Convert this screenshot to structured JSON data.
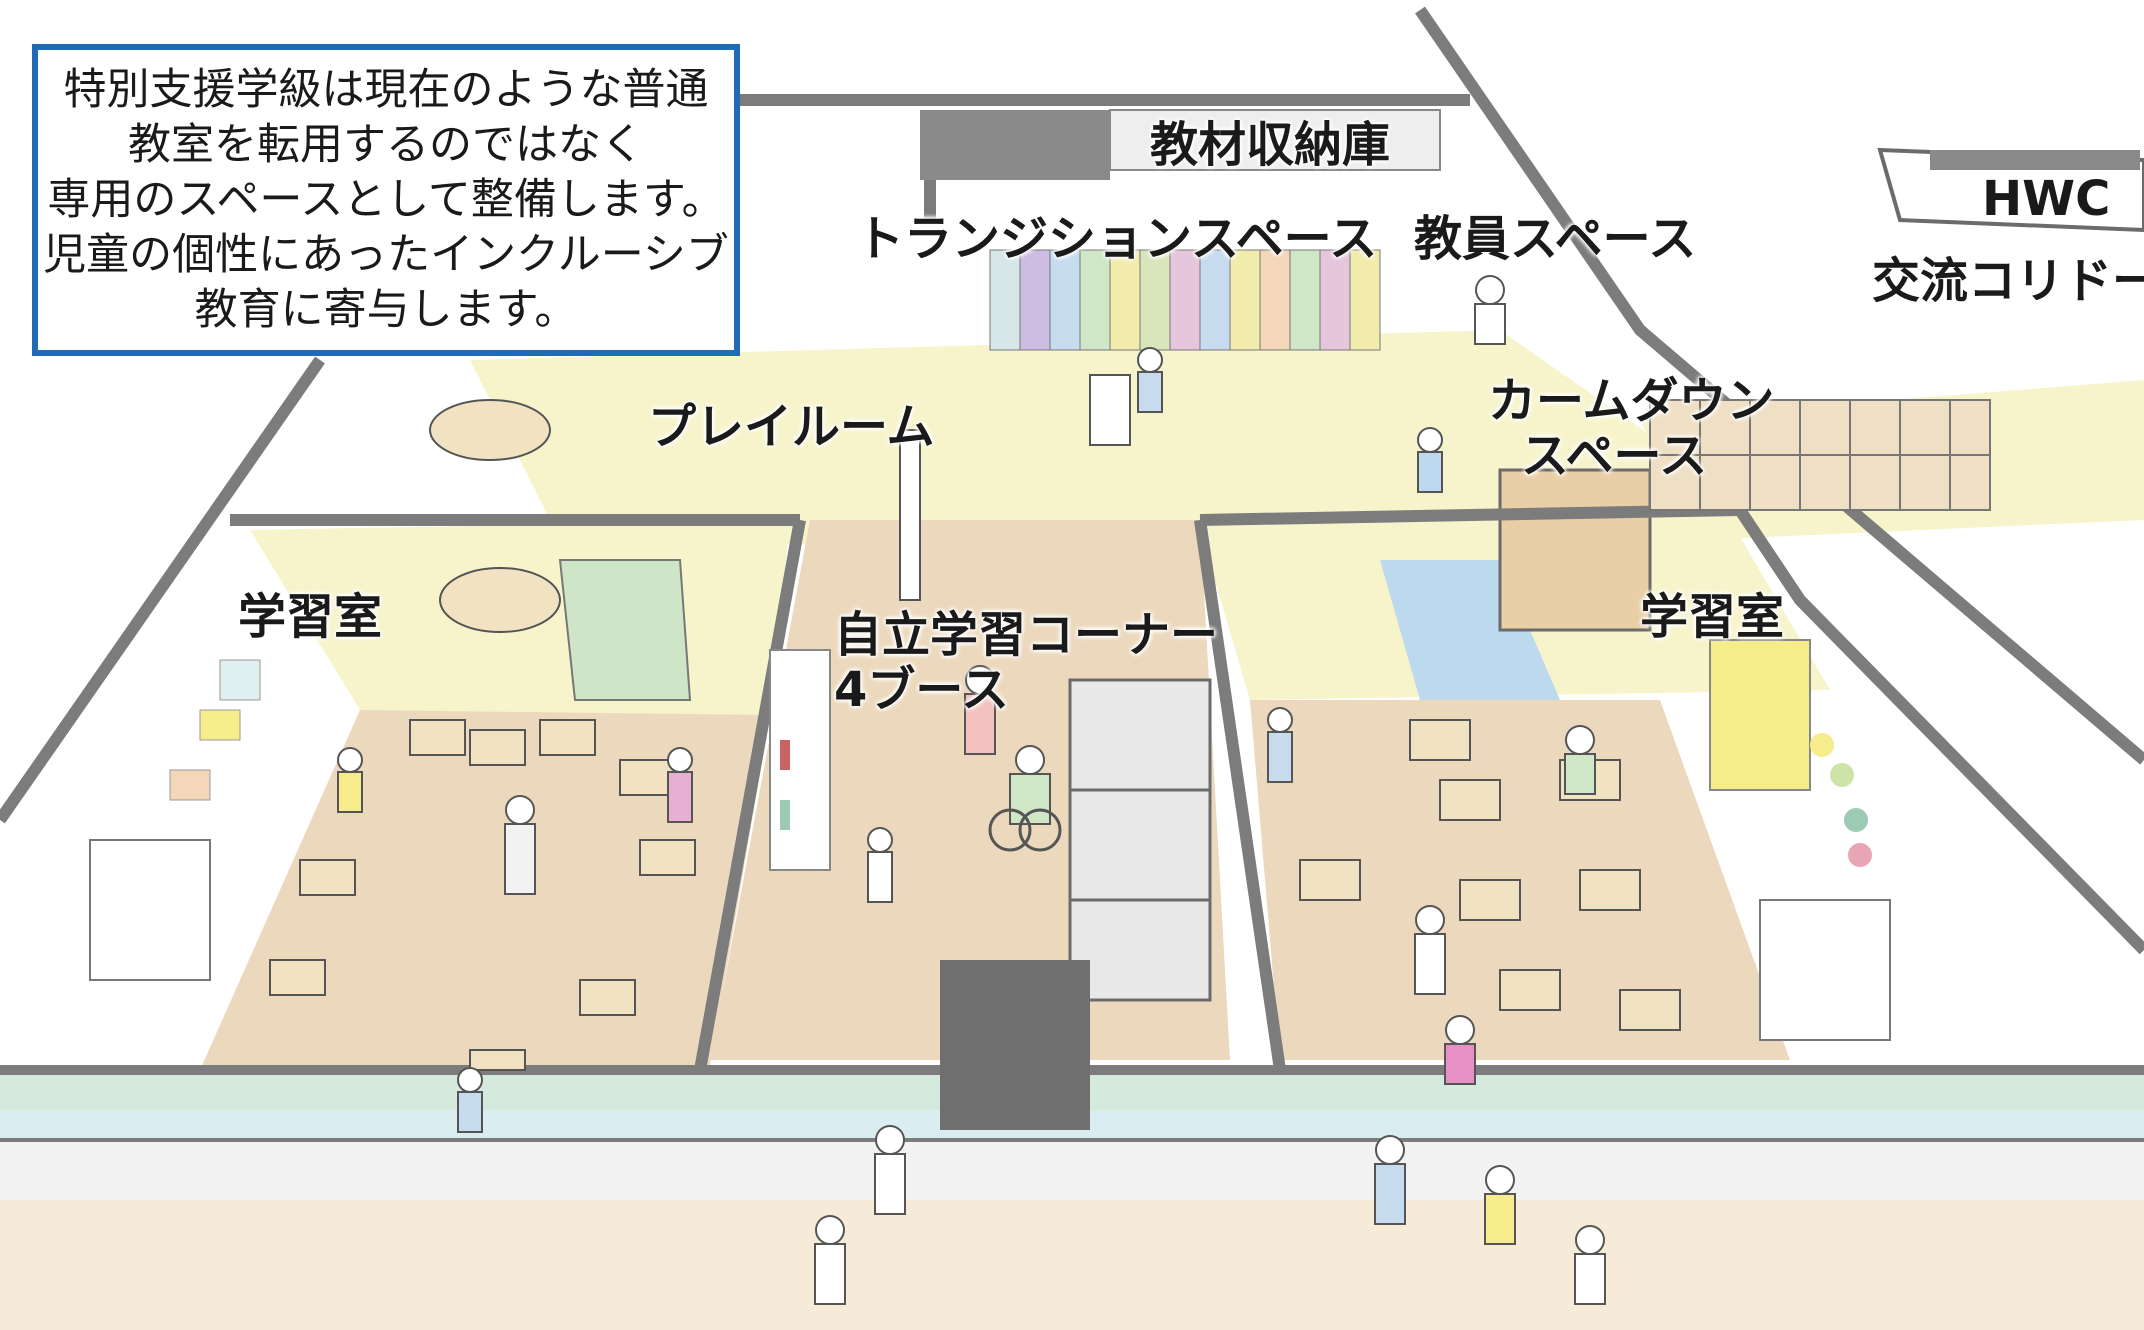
{
  "info_box": {
    "lines": [
      "特別支援学級は現在のような普通",
      "教室を転用するのではなく",
      "専用のスペースとして整備します。",
      "児童の個性にあったインクルーシブ",
      "教育に寄与します。"
    ],
    "border_color": "#1f6bb5"
  },
  "labels": {
    "storage": "教材収納庫",
    "hwc": "HWC",
    "transition": "トランジションスペース",
    "staff": "教員スペース",
    "corridor": "交流コリドー",
    "calmdown_1": "カームダウン",
    "calmdown_2": "スペース",
    "playroom": "プレイルーム",
    "study_left": "学習室",
    "study_right": "学習室",
    "corner_1": "自立学習コーナー",
    "corner_2": "4ブース"
  },
  "colors": {
    "floor_wood": "#ecd9bd",
    "floor_yellow": "#f6f3c8",
    "wall_gray": "#7c7c7c",
    "glass": "#d6ecf0",
    "calm_blue": "#bcd9ee",
    "green_rug": "#cfe5c8"
  }
}
